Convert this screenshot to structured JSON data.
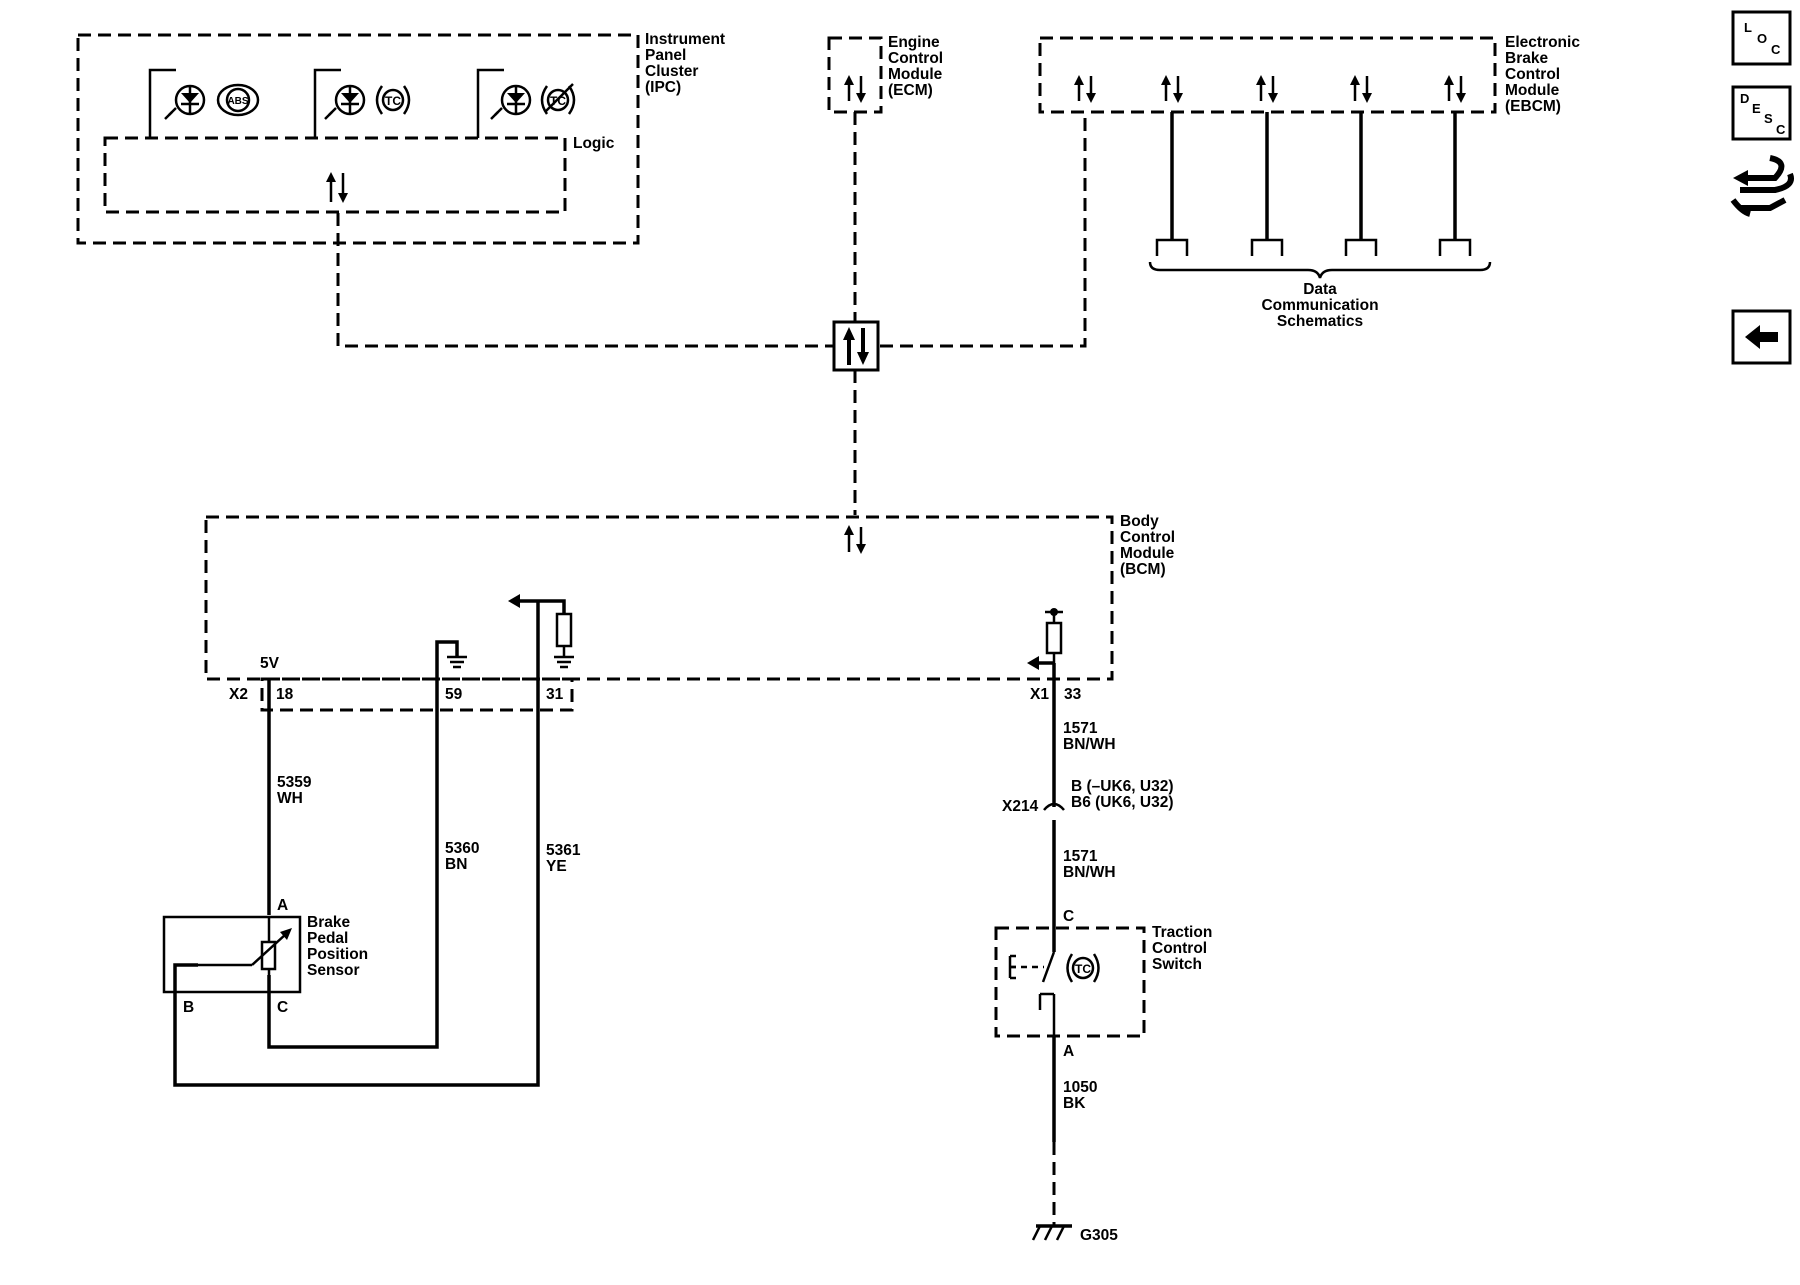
{
  "modules": {
    "ipc": [
      "Instrument",
      "Panel",
      "Cluster",
      "(IPC)"
    ],
    "ipc_logic": "Logic",
    "ecm": [
      "Engine",
      "Control",
      "Module",
      "(ECM)"
    ],
    "ebcm": [
      "Electronic",
      "Brake",
      "Control",
      "Module",
      "(EBCM)"
    ],
    "bcm": [
      "Body",
      "Control",
      "Module",
      "(BCM)"
    ],
    "data_comm": [
      "Data",
      "Communication",
      "Schematics"
    ]
  },
  "indicators": {
    "abs": "ABS",
    "tc1": "TC",
    "tc2": "TC"
  },
  "bcm_pins": {
    "five_v": "5V",
    "x2": "X2",
    "p18": "18",
    "p59": "59",
    "p31": "31",
    "x1": "X1",
    "p33": "33"
  },
  "wires": {
    "w5359": [
      "5359",
      "WH"
    ],
    "w5360": [
      "5360",
      "BN"
    ],
    "w5361": [
      "5361",
      "YE"
    ],
    "w1571a": [
      "1571",
      "BN/WH"
    ],
    "w1571b": [
      "1571",
      "BN/WH"
    ],
    "w1050": [
      "1050",
      "BK"
    ]
  },
  "connector_x214": {
    "name": "X214",
    "pin_line1": "B (–UK6, U32)",
    "pin_line2": "B6 (UK6, U32)"
  },
  "brake_sensor": {
    "label": [
      "Brake",
      "Pedal",
      "Position",
      "Sensor"
    ],
    "pin_a": "A",
    "pin_b": "B",
    "pin_c": "C"
  },
  "traction_switch": {
    "label": [
      "Traction",
      "Control",
      "Switch"
    ],
    "pin_c": "C",
    "pin_a": "A",
    "indicator": "TC"
  },
  "ground": "G305",
  "nav": {
    "loc": [
      "L",
      "O",
      "C"
    ],
    "desc": [
      "D",
      "E",
      "S",
      "C"
    ],
    "icons": [
      "connector-end-view-icon",
      "back-arrow-icon"
    ]
  }
}
